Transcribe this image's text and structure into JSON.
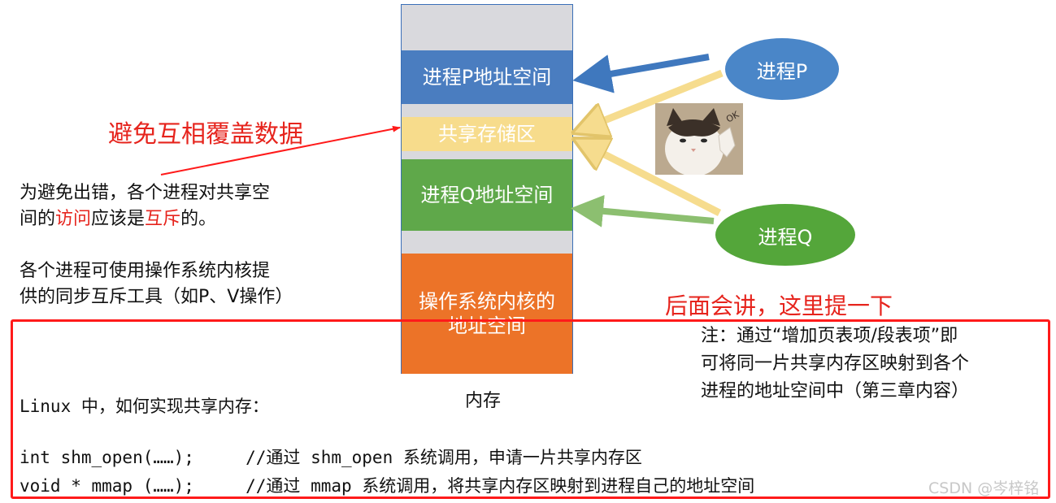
{
  "memory": {
    "segments": {
      "process_p": "进程P地址空间",
      "shared": "共享存储区",
      "process_q": "进程Q地址空间",
      "os": "操作系统内核的地址空间"
    },
    "label": "内存"
  },
  "processes": {
    "p": "进程P",
    "q": "进程Q"
  },
  "annotation_red": "避免互相覆盖数据",
  "note_mutex": {
    "part1": "为避免出错，各个进程对共享空",
    "part2": "间的",
    "highlight1": "访问",
    "part3": "应该是",
    "highlight2": "互斥",
    "part4": "的。"
  },
  "note_sync": {
    "line1": "各个进程可使用操作系统内核提",
    "line2": "供的同步互斥工具（如P、V操作）"
  },
  "later_note": "后面会讲，这里提一下",
  "side_note": {
    "line1": "注：通过“增加页表项/段表项”即",
    "line2": "可将同一片共享内存区映射到各个",
    "line3": "进程的地址空间中（第三章内容）"
  },
  "code": {
    "intro": "Linux 中，如何实现共享内存：",
    "line1": "int shm_open(……);     //通过 shm_open 系统调用，申请一片共享内存区",
    "line2": "void * mmap (……);     //通过 mmap 系统调用，将共享内存区映射到进程自己的地址空间"
  },
  "watermark": "CSDN @岑梓铭",
  "colors": {
    "blue": "#4a7dc0",
    "yellow": "#f7dc8c",
    "green": "#5fa84a",
    "orange": "#ec7328",
    "red": "#ff1a1a"
  },
  "icons": {
    "cat": "cat-ok-sticker"
  }
}
